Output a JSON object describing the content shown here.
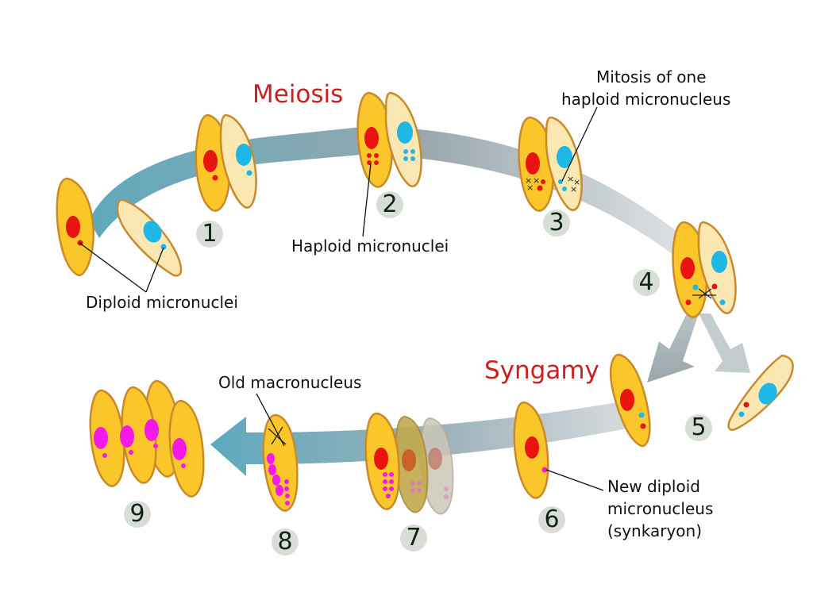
{
  "phases": {
    "meiosis": "Meiosis",
    "syngamy": "Syngamy"
  },
  "labels": {
    "mitosis_line1": "Mitosis of one",
    "mitosis_line2": "haploid micronucleus",
    "haploid": "Haploid micronuclei",
    "diploid": "Diploid micronuclei",
    "old_macro": "Old macronucleus",
    "new_line1": "New diploid",
    "new_line2": "micronucleus",
    "new_line3": "(synkaryon)"
  },
  "stages": [
    "1",
    "2",
    "3",
    "4",
    "5",
    "6",
    "7",
    "8",
    "9"
  ],
  "colors": {
    "cell_yellow": "#fbc62a",
    "cell_pale": "#fbe7b1",
    "cell_outline": "#c98a2c",
    "macronucleus_red": "#e8140f",
    "micronucleus_blue": "#1fb7e6",
    "new_nucleus_magenta": "#f319e8",
    "arrow_teal": "#5ea9bd",
    "arrow_grey": "#c9ced1",
    "phase_red": "#cc1f1f",
    "badge_grey": "#d9ddd7"
  }
}
